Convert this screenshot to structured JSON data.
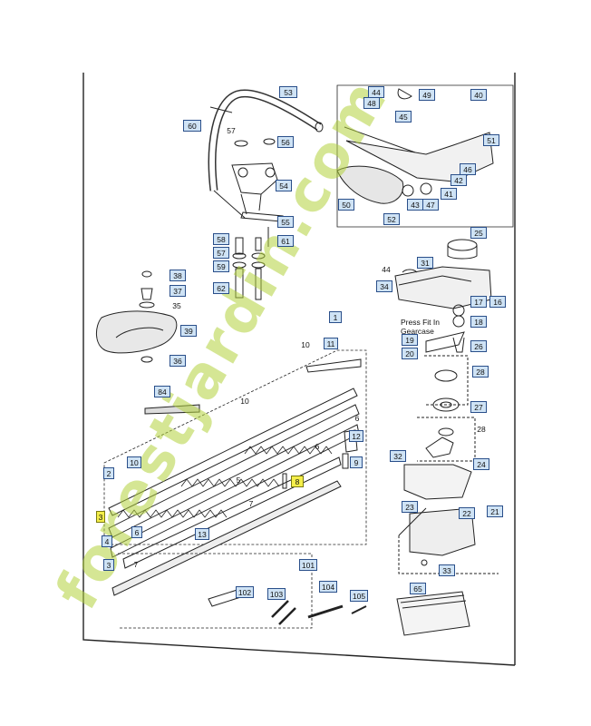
{
  "labels": {
    "n53": "53",
    "n60": "60",
    "n57": "57",
    "n56": "56",
    "n54": "54",
    "n55": "55",
    "n58": "58",
    "n57b": "57",
    "n59": "59",
    "n61": "61",
    "n62": "62",
    "n38": "38",
    "n37": "37",
    "n35": "35",
    "n39": "39",
    "n36": "36",
    "n44": "44",
    "n48": "48",
    "n49": "49",
    "n40": "40",
    "n45": "45",
    "n51": "51",
    "n46": "46",
    "n42": "42",
    "n41": "41",
    "n50": "50",
    "n43": "43",
    "n47": "47",
    "n52": "52",
    "n25": "25",
    "n44b": "44",
    "n31": "31",
    "n34": "34",
    "n17": "17",
    "n16": "16",
    "n18": "18",
    "n19": "19",
    "n20": "20",
    "n26": "26",
    "n28a": "28",
    "n27": "27",
    "n28b": "28",
    "n32": "32",
    "n24": "24",
    "n23": "23",
    "n22": "22",
    "n21": "21",
    "n33": "33",
    "n65": "65",
    "n1": "1",
    "n10a": "10",
    "n11": "11",
    "n84": "84",
    "n10b": "10",
    "n6a": "6",
    "n12": "12",
    "n10c": "10",
    "n6b": "6",
    "n9": "9",
    "n2": "2",
    "n5": "5",
    "n8": "8",
    "n7a": "7",
    "n3a": "3",
    "n6c": "6",
    "n4": "4",
    "n13": "13",
    "n3b": "3",
    "n7b": "7",
    "n101": "101",
    "n102": "102",
    "n103": "103",
    "n104": "104",
    "n105": "105"
  },
  "press_fit_text": "Press Fit In\nGearcase",
  "watermark": "forestjardin.com",
  "colors": {
    "label_fill": "#cfe3f5",
    "label_border": "#2a4f8a",
    "highlight": "#f4ee4a",
    "watermark": "#b2d23c"
  }
}
